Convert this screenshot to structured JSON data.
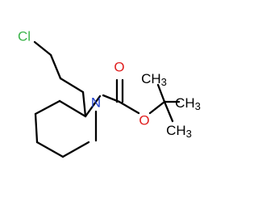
{
  "molecule": {
    "atoms": {
      "chlorine": {
        "label": "Cl",
        "color": "#3cb44b"
      },
      "nitrogen": {
        "label": "N",
        "color": "#1f3fcc"
      },
      "carbonyl_oxygen": {
        "label": "O",
        "color": "#e02020"
      },
      "ester_oxygen": {
        "label": "O",
        "color": "#e02020"
      },
      "methyl_top": {
        "label": "CH3",
        "color": "#000000"
      },
      "methyl_right": {
        "label": "CH3",
        "color": "#000000"
      },
      "methyl_bottom": {
        "label": "CH3",
        "color": "#000000"
      }
    },
    "bond_color": "#000000"
  }
}
